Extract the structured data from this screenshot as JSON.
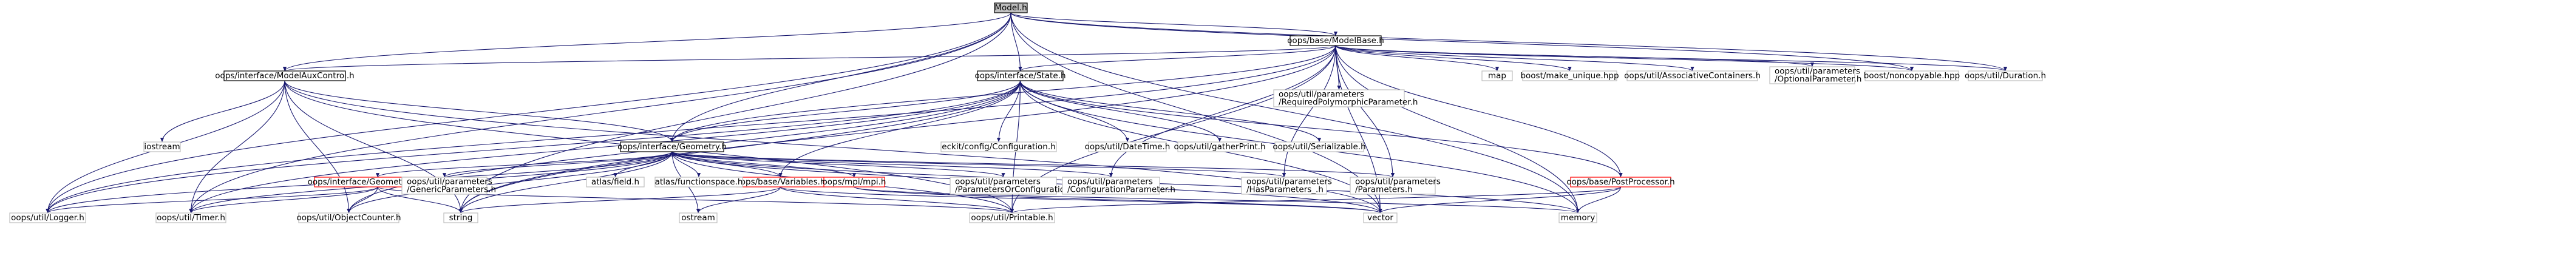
{
  "colors": {
    "root_fill": "#bfbfbf",
    "root_stroke": "#000000",
    "header_fill": "#ffffff",
    "header_stroke": "#000000",
    "system_stroke": "#bfbfbf",
    "truncated_stroke": "#ff0000",
    "edge": "#191970",
    "text": "#000000"
  },
  "graph": {
    "root": "Model.h",
    "nodes": [
      {
        "id": "model_h",
        "lines": [
          "Model.h"
        ],
        "kind": "root"
      },
      {
        "id": "modelbase",
        "lines": [
          "oops/base/ModelBase.h"
        ],
        "kind": "header"
      },
      {
        "id": "modelauxcontrol",
        "lines": [
          "oops/interface/ModelAuxControl.h"
        ],
        "kind": "header"
      },
      {
        "id": "state",
        "lines": [
          "oops/interface/State.h"
        ],
        "kind": "header"
      },
      {
        "id": "geometry",
        "lines": [
          "oops/interface/Geometry.h"
        ],
        "kind": "header"
      },
      {
        "id": "geometryiterator",
        "lines": [
          "oops/interface/GeometryIterator.h"
        ],
        "kind": "truncated"
      },
      {
        "id": "variables",
        "lines": [
          "oops/base/Variables.h"
        ],
        "kind": "truncated"
      },
      {
        "id": "mpi",
        "lines": [
          "oops/mpi/mpi.h"
        ],
        "kind": "truncated"
      },
      {
        "id": "postprocessor",
        "lines": [
          "oops/base/PostProcessor.h"
        ],
        "kind": "truncated"
      },
      {
        "id": "logger",
        "lines": [
          "oops/util/Logger.h"
        ],
        "kind": "system"
      },
      {
        "id": "timer",
        "lines": [
          "oops/util/Timer.h"
        ],
        "kind": "system"
      },
      {
        "id": "objectcounter",
        "lines": [
          "oops/util/ObjectCounter.h"
        ],
        "kind": "system"
      },
      {
        "id": "string",
        "lines": [
          "string"
        ],
        "kind": "system"
      },
      {
        "id": "printable",
        "lines": [
          "oops/util/Printable.h"
        ],
        "kind": "system"
      },
      {
        "id": "vector",
        "lines": [
          "vector"
        ],
        "kind": "system"
      },
      {
        "id": "memory",
        "lines": [
          "memory"
        ],
        "kind": "system"
      },
      {
        "id": "ostream",
        "lines": [
          "ostream"
        ],
        "kind": "system"
      },
      {
        "id": "iostream",
        "lines": [
          "iostream"
        ],
        "kind": "system"
      },
      {
        "id": "genericparams",
        "lines": [
          "oops/util/parameters",
          "/GenericParameters.h"
        ],
        "kind": "system"
      },
      {
        "id": "atlasfield",
        "lines": [
          "atlas/field.h"
        ],
        "kind": "system"
      },
      {
        "id": "atlasfs",
        "lines": [
          "atlas/functionspace.h"
        ],
        "kind": "system"
      },
      {
        "id": "paramsorconfig",
        "lines": [
          "oops/util/parameters",
          "/ParametersOrConfiguration.h"
        ],
        "kind": "system"
      },
      {
        "id": "configparam",
        "lines": [
          "oops/util/parameters",
          "/ConfigurationParameter.h"
        ],
        "kind": "system"
      },
      {
        "id": "hasparams",
        "lines": [
          "oops/util/parameters",
          "/HasParameters_.h"
        ],
        "kind": "system"
      },
      {
        "id": "parameters",
        "lines": [
          "oops/util/parameters",
          "/Parameters.h"
        ],
        "kind": "system"
      },
      {
        "id": "eckit",
        "lines": [
          "eckit/config/Configuration.h"
        ],
        "kind": "system"
      },
      {
        "id": "datetime",
        "lines": [
          "oops/util/DateTime.h"
        ],
        "kind": "system"
      },
      {
        "id": "gatherprint",
        "lines": [
          "oops/util/gatherPrint.h"
        ],
        "kind": "system"
      },
      {
        "id": "serializable",
        "lines": [
          "oops/util/Serializable.h"
        ],
        "kind": "system"
      },
      {
        "id": "reqpoly",
        "lines": [
          "oops/util/parameters",
          "/RequiredPolymorphicParameter.h"
        ],
        "kind": "system"
      },
      {
        "id": "map",
        "lines": [
          "map"
        ],
        "kind": "system"
      },
      {
        "id": "makeunique",
        "lines": [
          "boost/make_unique.hpp"
        ],
        "kind": "system"
      },
      {
        "id": "assoccont",
        "lines": [
          "oops/util/AssociativeContainers.h"
        ],
        "kind": "system"
      },
      {
        "id": "optparam",
        "lines": [
          "oops/util/parameters",
          "/OptionalParameter.h"
        ],
        "kind": "system"
      },
      {
        "id": "noncopyable",
        "lines": [
          "boost/noncopyable.hpp"
        ],
        "kind": "system"
      },
      {
        "id": "duration",
        "lines": [
          "oops/util/Duration.h"
        ],
        "kind": "system"
      }
    ],
    "edges": [
      [
        "model_h",
        "modelbase"
      ],
      [
        "model_h",
        "modelauxcontrol"
      ],
      [
        "model_h",
        "state"
      ],
      [
        "model_h",
        "geometry"
      ],
      [
        "model_h",
        "logger"
      ],
      [
        "model_h",
        "timer"
      ],
      [
        "model_h",
        "string"
      ],
      [
        "model_h",
        "vector"
      ],
      [
        "model_h",
        "memory"
      ],
      [
        "model_h",
        "noncopyable"
      ],
      [
        "model_h",
        "duration"
      ],
      [
        "modelbase",
        "modelauxcontrol"
      ],
      [
        "modelbase",
        "state"
      ],
      [
        "modelbase",
        "geometry"
      ],
      [
        "modelbase",
        "reqpoly"
      ],
      [
        "modelbase",
        "map"
      ],
      [
        "modelbase",
        "makeunique"
      ],
      [
        "modelbase",
        "assoccont"
      ],
      [
        "modelbase",
        "optparam"
      ],
      [
        "modelbase",
        "noncopyable"
      ],
      [
        "modelbase",
        "duration"
      ],
      [
        "modelbase",
        "logger"
      ],
      [
        "modelbase",
        "printable"
      ],
      [
        "modelbase",
        "vector"
      ],
      [
        "modelbase",
        "memory"
      ],
      [
        "modelbase",
        "string"
      ],
      [
        "modelbase",
        "hasparams"
      ],
      [
        "modelbase",
        "parameters"
      ],
      [
        "modelbase",
        "configparam"
      ],
      [
        "modelbase",
        "postprocessor"
      ],
      [
        "modelauxcontrol",
        "geometry"
      ],
      [
        "modelauxcontrol",
        "iostream"
      ],
      [
        "modelauxcontrol",
        "logger"
      ],
      [
        "modelauxcontrol",
        "timer"
      ],
      [
        "modelauxcontrol",
        "objectcounter"
      ],
      [
        "modelauxcontrol",
        "string"
      ],
      [
        "modelauxcontrol",
        "printable"
      ],
      [
        "modelauxcontrol",
        "vector"
      ],
      [
        "state",
        "geometry"
      ],
      [
        "state",
        "variables"
      ],
      [
        "state",
        "postprocessor"
      ],
      [
        "state",
        "eckit"
      ],
      [
        "state",
        "datetime"
      ],
      [
        "state",
        "gatherprint"
      ],
      [
        "state",
        "serializable"
      ],
      [
        "state",
        "logger"
      ],
      [
        "state",
        "timer"
      ],
      [
        "state",
        "objectcounter"
      ],
      [
        "state",
        "printable"
      ],
      [
        "state",
        "string"
      ],
      [
        "state",
        "vector"
      ],
      [
        "state",
        "memory"
      ],
      [
        "geometry",
        "geometryiterator"
      ],
      [
        "geometry",
        "variables"
      ],
      [
        "geometry",
        "mpi"
      ],
      [
        "geometry",
        "genericparams"
      ],
      [
        "geometry",
        "atlasfield"
      ],
      [
        "geometry",
        "atlasfs"
      ],
      [
        "geometry",
        "paramsorconfig"
      ],
      [
        "geometry",
        "configparam"
      ],
      [
        "geometry",
        "hasparams"
      ],
      [
        "geometry",
        "parameters"
      ],
      [
        "geometry",
        "ostream"
      ],
      [
        "geometry",
        "logger"
      ],
      [
        "geometry",
        "timer"
      ],
      [
        "geometry",
        "objectcounter"
      ],
      [
        "geometry",
        "string"
      ],
      [
        "geometry",
        "printable"
      ],
      [
        "geometry",
        "vector"
      ],
      [
        "geometry",
        "memory"
      ],
      [
        "geometryiterator",
        "logger"
      ],
      [
        "geometryiterator",
        "timer"
      ],
      [
        "geometryiterator",
        "objectcounter"
      ],
      [
        "geometryiterator",
        "string"
      ],
      [
        "geometryiterator",
        "printable"
      ],
      [
        "variables",
        "string"
      ],
      [
        "variables",
        "ostream"
      ],
      [
        "variables",
        "printable"
      ],
      [
        "variables",
        "vector"
      ],
      [
        "mpi",
        "vector"
      ],
      [
        "mpi",
        "memory"
      ],
      [
        "postprocessor",
        "printable"
      ],
      [
        "postprocessor",
        "vector"
      ],
      [
        "postprocessor",
        "memory"
      ]
    ]
  }
}
